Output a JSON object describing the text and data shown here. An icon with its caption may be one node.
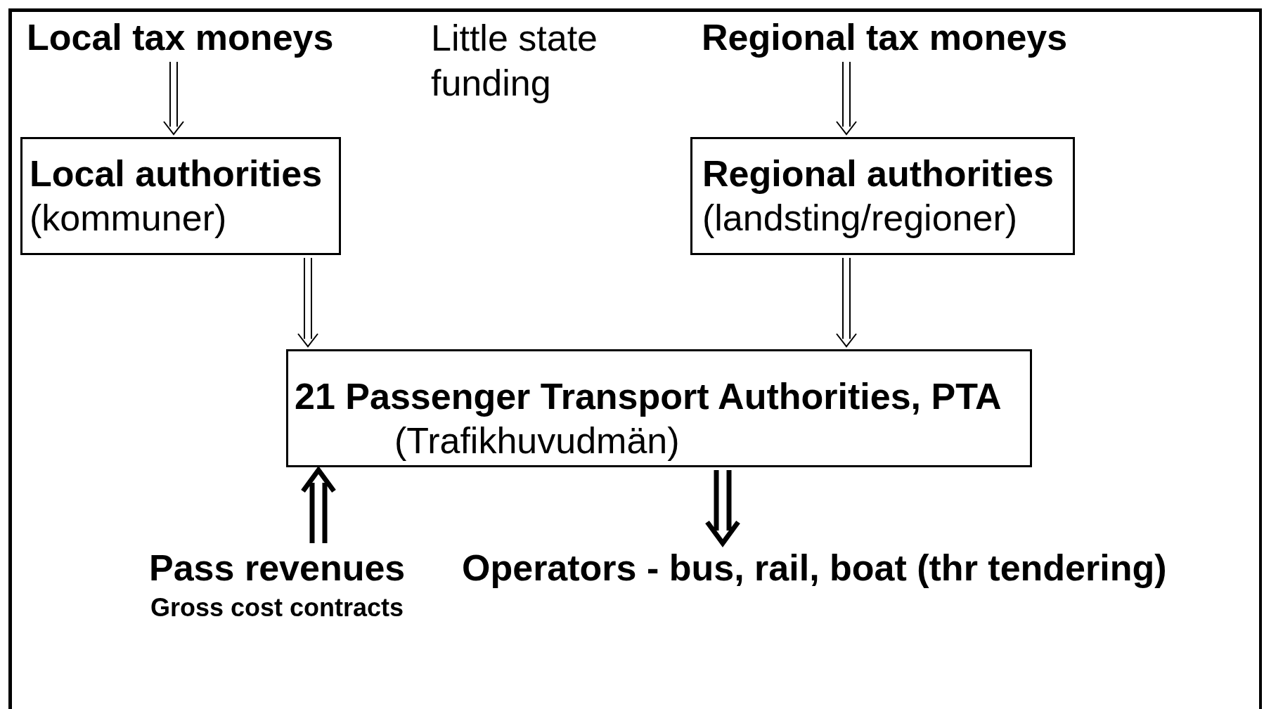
{
  "diagram": {
    "nodes": [
      {
        "text": [
          "Local tax moneys"
        ]
      },
      {
        "text": [
          "Local authorities",
          "(kommuner)"
        ]
      },
      {
        "text": [
          "Regional tax moneys"
        ]
      },
      {
        "text": [
          "Regional authorities",
          "(landsting/regioner)"
        ]
      },
      {
        "text": [
          "21 Passenger Transport Authorities, PTA",
          "(Trafikhuvudmän)"
        ]
      },
      {
        "text": [
          "Pass revenues"
        ],
        "beside": [
          "Gross cost contracts"
        ]
      },
      {
        "text": [
          "Operators - bus, rail, boat (thr tendering)"
        ]
      }
    ],
    "edges": [
      {
        "from": 0,
        "to": 1,
        "arrow": "to"
      },
      {
        "from": 2,
        "to": 3,
        "arrow": "to"
      },
      {
        "from": 1,
        "to": 4,
        "arrow": "to"
      },
      {
        "from": 3,
        "to": 4,
        "arrow": "to"
      },
      {
        "from": 5,
        "to": 4,
        "arrow": "to",
        "style": "thick"
      },
      {
        "from": 4,
        "to": 6,
        "arrow": "to",
        "style": "thick"
      }
    ],
    "labels": [
      "Little state funding"
    ]
  }
}
